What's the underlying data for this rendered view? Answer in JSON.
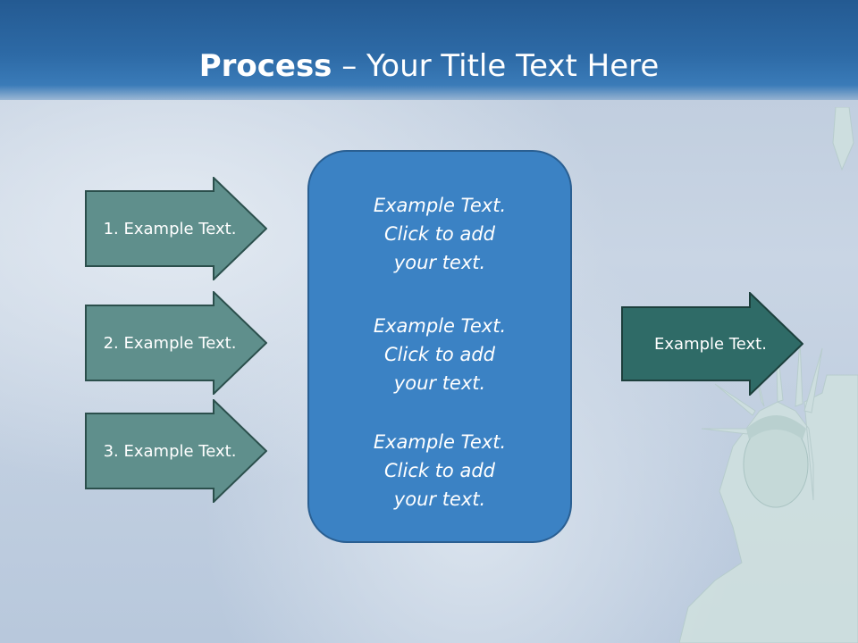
{
  "title": {
    "bold": "Process",
    "rest": " – Your Title Text Here"
  },
  "left_arrows": [
    {
      "label": "1. Example Text."
    },
    {
      "label": "2. Example Text."
    },
    {
      "label": "3. Example Text."
    }
  ],
  "center_box": {
    "blocks": [
      {
        "lines": [
          "Example Text.",
          "Click  to add",
          "your text."
        ]
      },
      {
        "lines": [
          "Example Text.",
          "Click  to add",
          "your text."
        ]
      },
      {
        "lines": [
          "Example Text.",
          "Click  to add",
          "your text."
        ]
      }
    ]
  },
  "right_arrow": {
    "label": "Example Text."
  },
  "colors": {
    "left_arrow_fill": "#5f8f8c",
    "right_arrow_fill": "#2f6b67",
    "center_fill": "#3b82c4",
    "header": "#2d6aa6"
  }
}
